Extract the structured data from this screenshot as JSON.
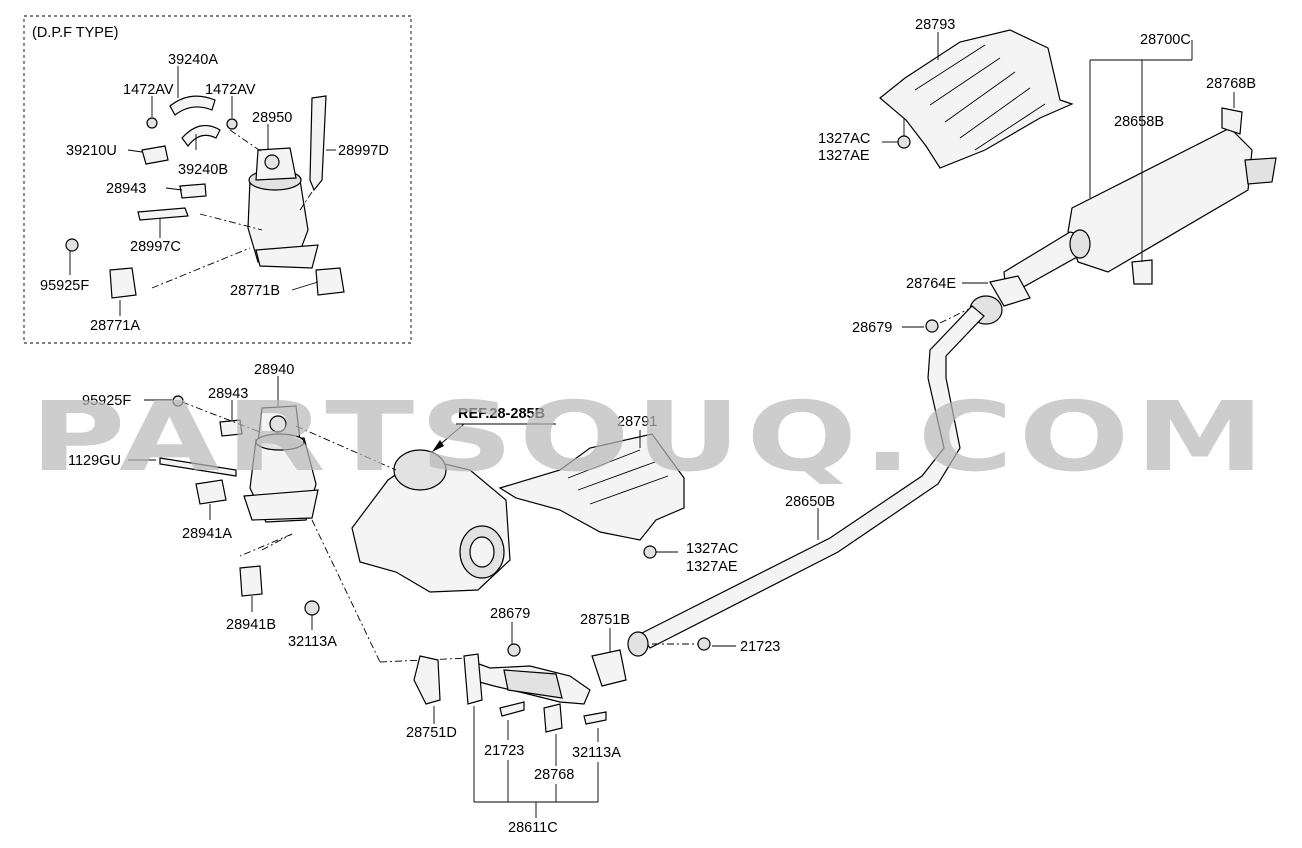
{
  "inset_title": "(D.P.F TYPE)",
  "reference": "REF.28-285B",
  "watermark": "PARTSOUQ.COM",
  "labels": {
    "p28793": "28793",
    "p28700C": "28700C",
    "p28768B": "28768B",
    "p28658B": "28658B",
    "p1327AC_top": "1327AC",
    "p1327AE_top": "1327AE",
    "p28764E": "28764E",
    "p28679_top": "28679",
    "p39240A": "39240A",
    "p1472AV_1": "1472AV",
    "p1472AV_2": "1472AV",
    "p28950": "28950",
    "p39210U": "39210U",
    "p39240B": "39240B",
    "p28997D": "28997D",
    "p28943_inset": "28943",
    "p28997C": "28997C",
    "p95925F_inset": "95925F",
    "p28771B": "28771B",
    "p28771A": "28771A",
    "p28940": "28940",
    "p95925F": "95925F",
    "p28943": "28943",
    "p1129GU": "1129GU",
    "p28941A": "28941A",
    "p28941B": "28941B",
    "p32113A_left": "32113A",
    "p28791": "28791",
    "p1327AC_mid": "1327AC",
    "p1327AE_mid": "1327AE",
    "p28650B": "28650B",
    "p28679_mid": "28679",
    "p28751B": "28751B",
    "p21723_right": "21723",
    "p28751D": "28751D",
    "p21723_bottom": "21723",
    "p28768": "28768",
    "p32113A_bottom": "32113A",
    "p28611C": "28611C"
  }
}
